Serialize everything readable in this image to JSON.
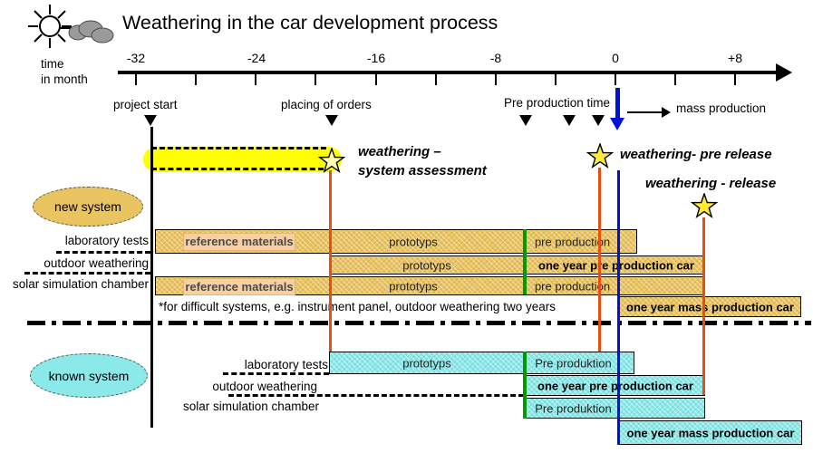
{
  "title": "Weathering in the car development process",
  "axis": {
    "label_line1": "time",
    "label_line2": "in month",
    "ticks": [
      "-32",
      "-24",
      "-16",
      "-8",
      "0",
      "+8"
    ]
  },
  "markers": {
    "project_start": "project start",
    "placing_of_orders": "placing of orders",
    "pre_production_time": "Pre production time",
    "mass_production": "mass production"
  },
  "milestones": {
    "system_assessment_l1": "weathering –",
    "system_assessment_l2": "system assessment",
    "pre_release": "weathering- pre release",
    "release": "weathering - release"
  },
  "new_system": {
    "label": "new system",
    "row_labels": [
      "laboratory tests",
      "outdoor weathering",
      "solar simulation chamber"
    ],
    "segments": {
      "reference_materials": "reference materials",
      "prototyps": "prototyps",
      "pre_production": "pre production",
      "one_year_pre_production": "one year pre production car",
      "one_year_mass_production": "one year mass production car"
    },
    "note": "*for difficult systems, e.g. instrument panel, outdoor weathering two years"
  },
  "known_system": {
    "label": "known system",
    "row_labels": [
      "laboratory tests",
      "outdoor weathering",
      "solar simulation chamber"
    ],
    "segments": {
      "prototyps": "prototyps",
      "pre_produktion": "Pre produktion",
      "one_year_pre_production": "one year pre production car",
      "one_year_mass_production": "one year mass production car"
    }
  },
  "colors": {
    "yellow_bar": "#ffff00",
    "tan_bar": "#eac461",
    "reference_box": "#f8cf9e",
    "cyan_bar": "#8ce9e9",
    "orange_line": "#e84e0e",
    "blue_line": "#0010d8",
    "green_line": "#009b00",
    "star_fill": "#ffe93a"
  }
}
